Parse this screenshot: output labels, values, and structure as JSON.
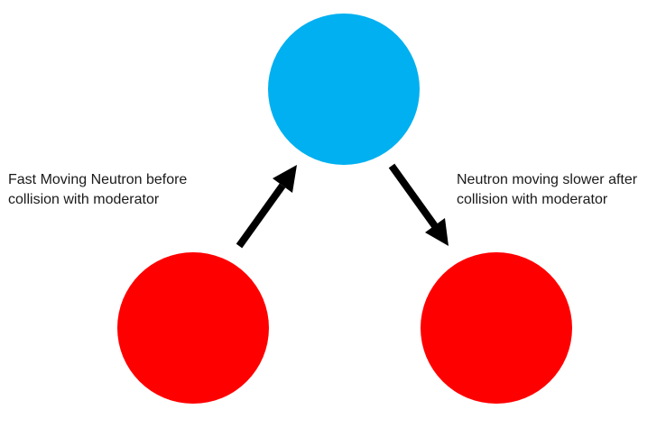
{
  "colors": {
    "moderator": "#00B0F0",
    "neutron": "#FF0000",
    "arrow": "#000000",
    "background": "#FFFFFF"
  },
  "labels": {
    "before": {
      "line1": "Fast Moving Neutron before",
      "line2": "collision with moderator"
    },
    "after": {
      "line1": "Neutron moving slower after",
      "line2": "collision with moderator"
    }
  }
}
